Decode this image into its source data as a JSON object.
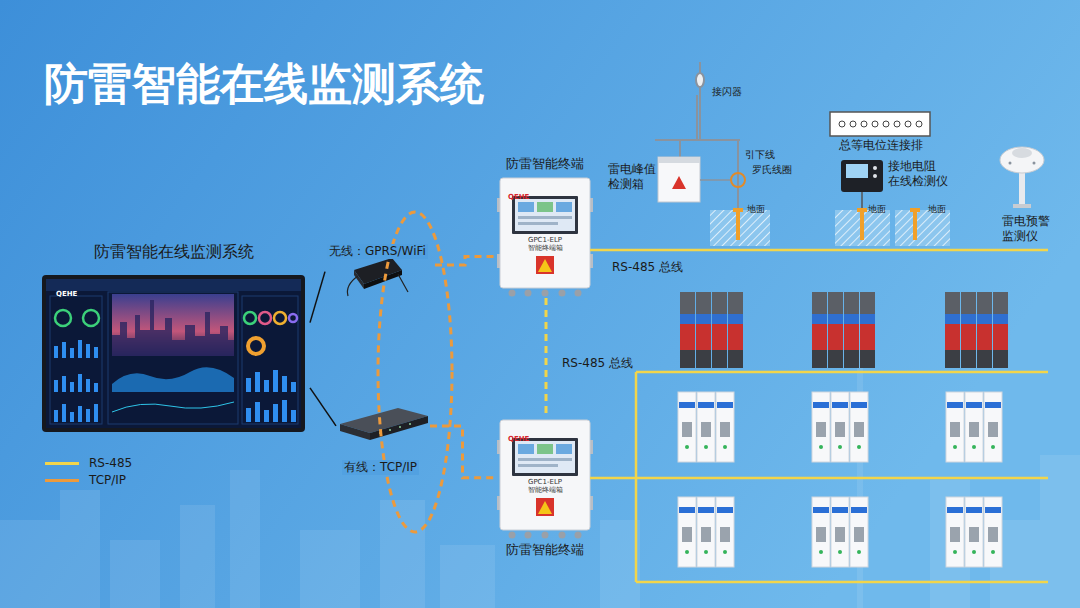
{
  "diagram": {
    "title": "防雷智能在线监测系统",
    "nodes": [
      {
        "text": [
          "防雷智能在线监测系统",
          "QEHE"
        ]
      },
      {
        "text": [
          "无线：GPRS/WiFi"
        ]
      },
      {
        "text": [
          "有线：TCP/IP"
        ]
      },
      {
        "text": [
          "防雷智能终端",
          "QEHE",
          "GPC1-ELP",
          "智能终端箱"
        ]
      },
      {
        "text": [
          "防雷智能终端",
          "QEHE",
          "GPC1-ELP",
          "智能终端箱"
        ]
      },
      {
        "text": [
          "雷电峰值检测箱"
        ]
      },
      {
        "text": [
          "接地电阻在线检测仪"
        ]
      },
      {
        "text": [
          "总等电位连接排"
        ]
      },
      {
        "text": [
          "雷电预警监测仪"
        ]
      }
    ],
    "edges": [
      {
        "from": 0,
        "to": 1,
        "arrow": "none"
      },
      {
        "from": 0,
        "to": 2,
        "arrow": "none"
      },
      {
        "from": 1,
        "to": 3,
        "arrow": "none"
      },
      {
        "from": 2,
        "to": 4,
        "arrow": "none"
      },
      {
        "from": 3,
        "to": 4,
        "arrow": "none",
        "label": "RS-485 总线"
      }
    ],
    "labels": [
      "接闪器",
      "引下线",
      "罗氏线圈",
      "地面",
      "地面",
      "地面",
      "RS-485 总线"
    ],
    "legend": [
      {
        "text": "RS-485",
        "color": "#f2d54b"
      },
      {
        "text": "TCP/IP",
        "color": "#ec9a3c"
      }
    ]
  }
}
